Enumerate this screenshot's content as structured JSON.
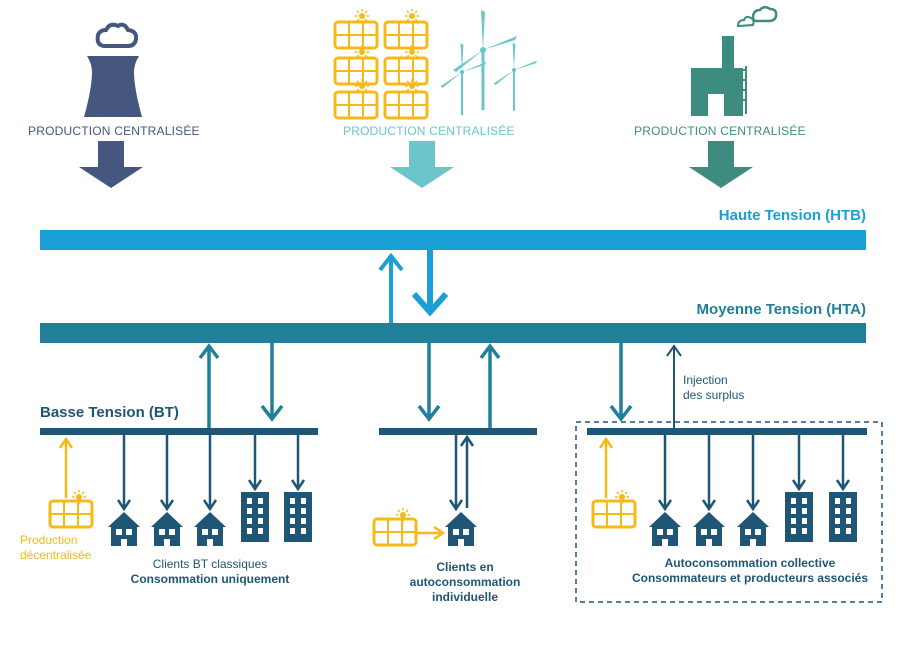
{
  "colors": {
    "navy": "#45577e",
    "turquoise": "#6bc5cb",
    "teal": "#3e8c7f",
    "htb": "#1aa0d6",
    "hta": "#20809a",
    "bt": "#1f5676",
    "yellow": "#f5b91a"
  },
  "production": {
    "centralized_nuclear": {
      "label": "PRODUCTION CENTRALISÉE",
      "icon": "cooling-tower-icon"
    },
    "centralized_renewable": {
      "label": "PRODUCTION CENTRALISÉE",
      "icons": [
        "solar-panel-icon",
        "wind-turbine-icon"
      ]
    },
    "centralized_thermal": {
      "label": "PRODUCTION CENTRALISÉE",
      "icon": "factory-icon"
    }
  },
  "levels": {
    "htb": "Haute Tension (HTB)",
    "hta": "Moyenne Tension (HTA)",
    "bt": "Basse Tension (BT)"
  },
  "groups": {
    "classic": {
      "line1": "Clients BT classiques",
      "line2": "Consommation uniquement"
    },
    "individual": {
      "line1": "Clients en",
      "line2": "autoconsommation",
      "line3": "individuelle"
    },
    "collective": {
      "line1": "Autoconsommation collective",
      "line2": "Consommateurs et producteurs associés"
    }
  },
  "annotations": {
    "injection_line1": "Injection",
    "injection_line2": "des surplus",
    "decentral_line1": "Production",
    "decentral_line2": "décentralisée"
  }
}
